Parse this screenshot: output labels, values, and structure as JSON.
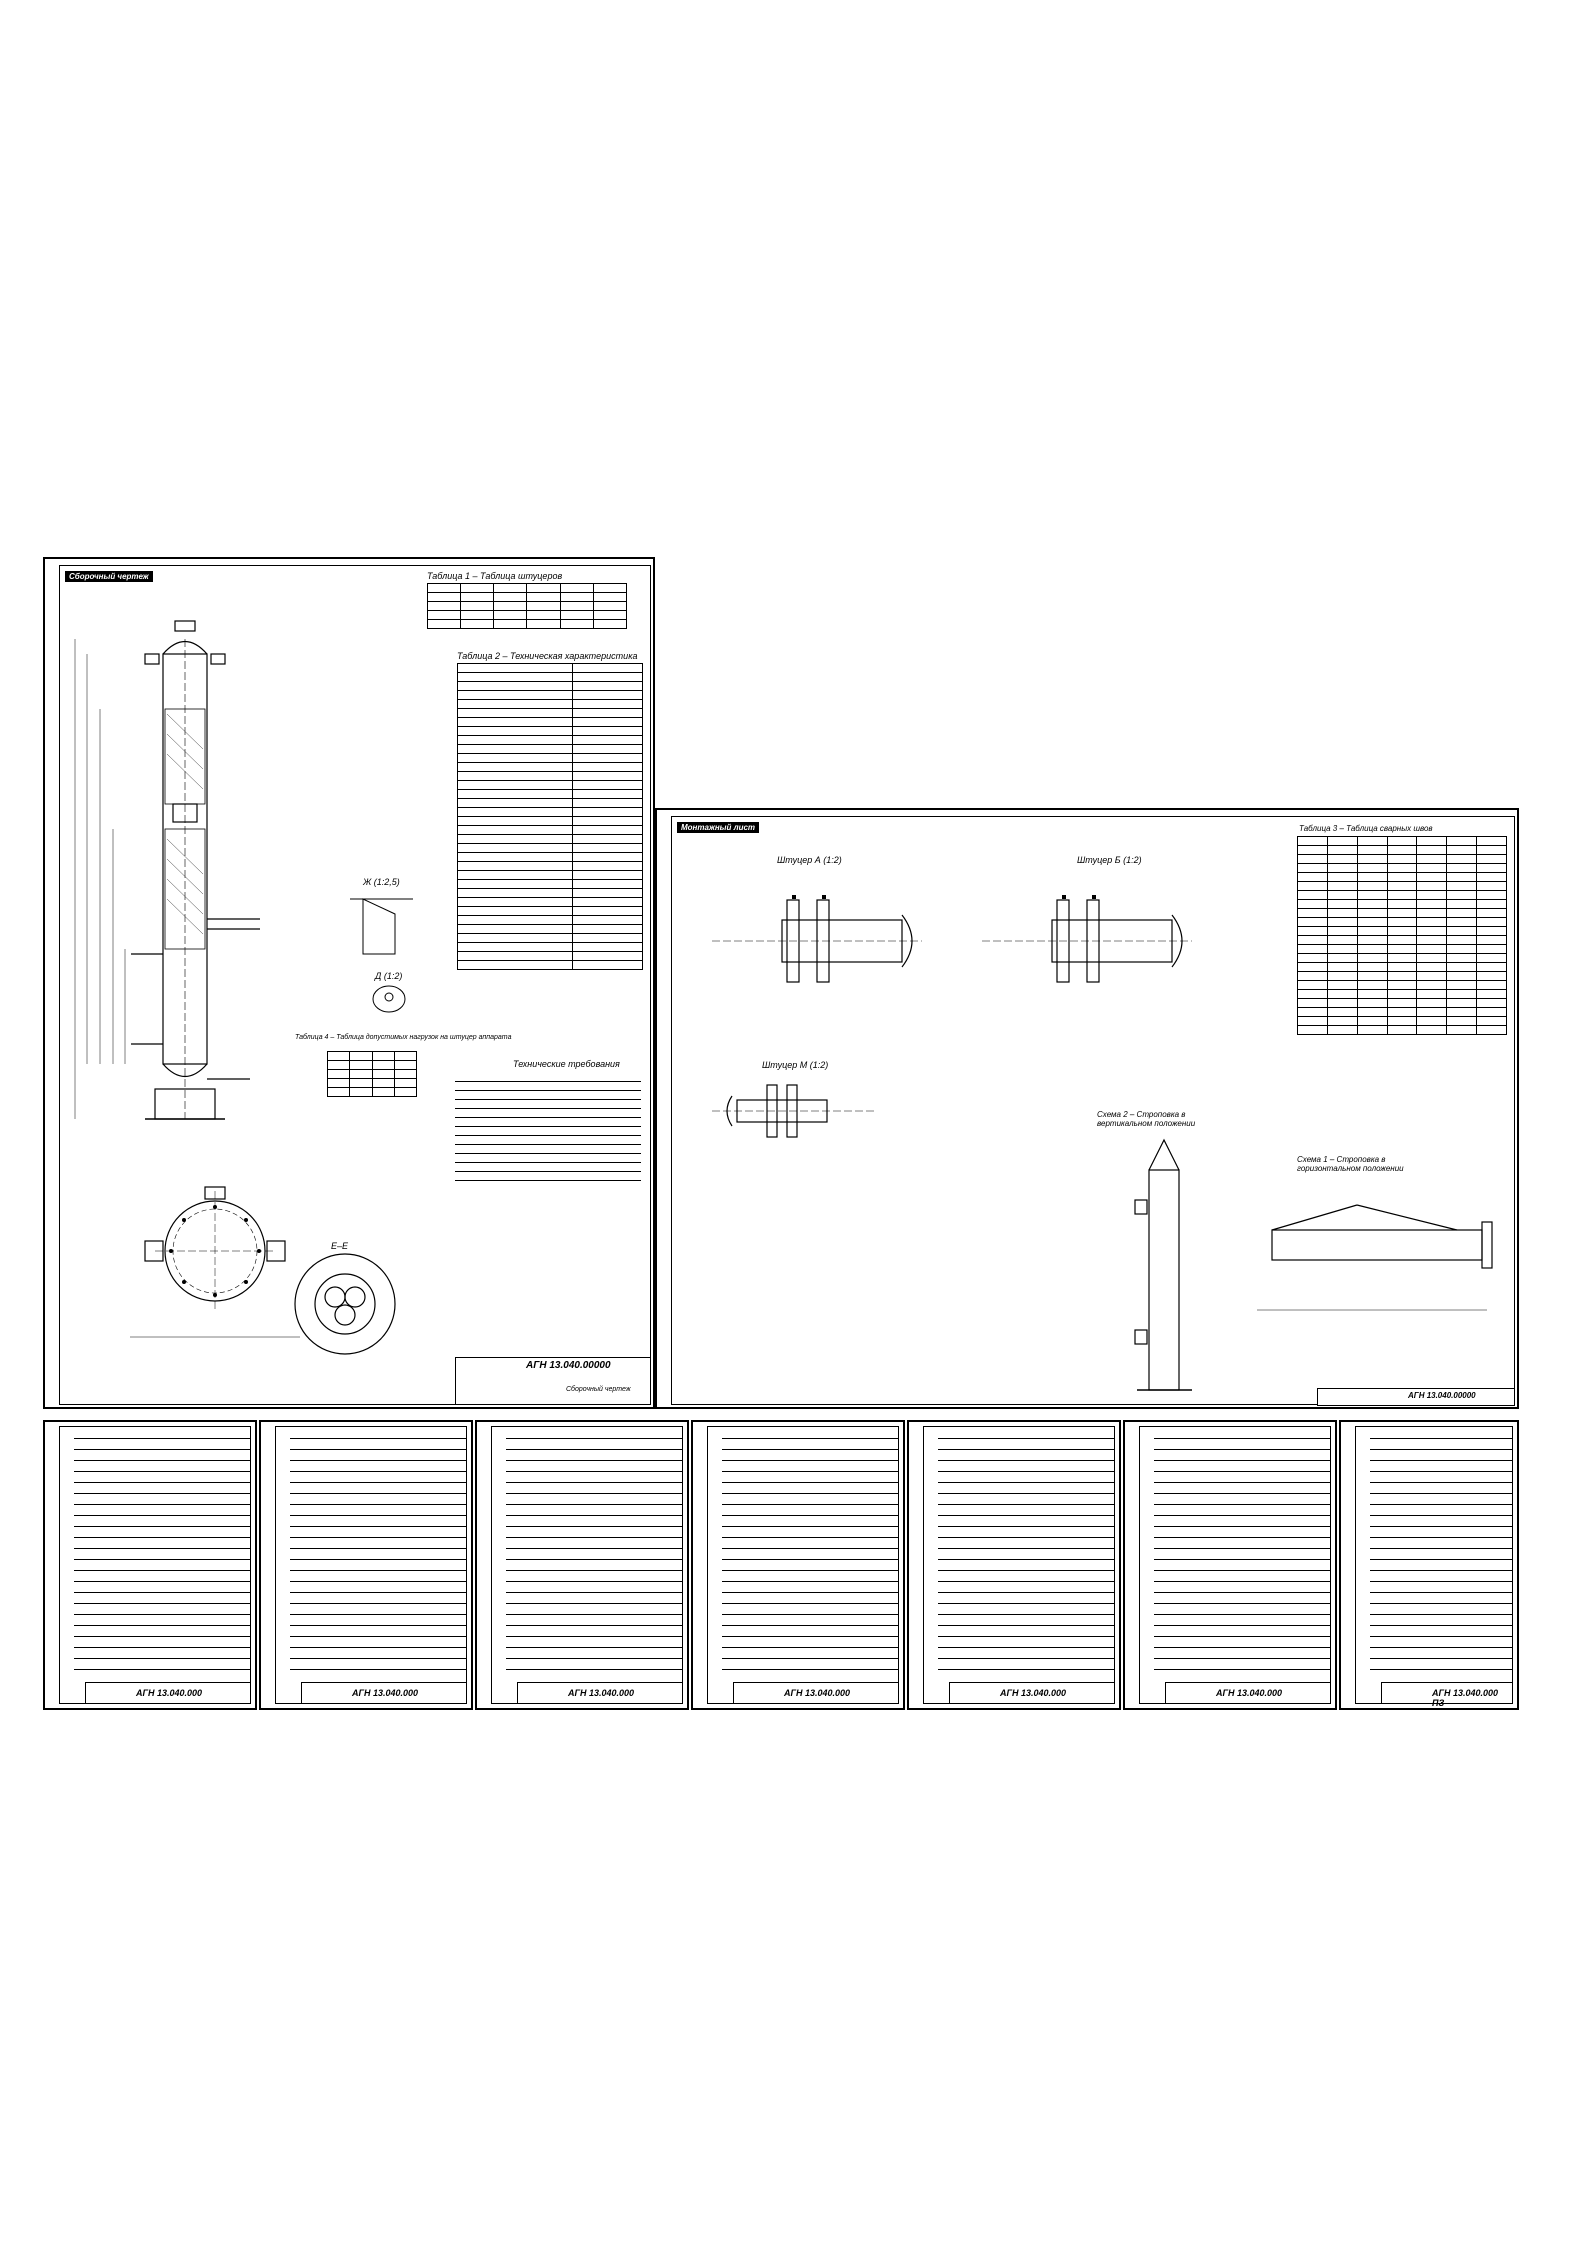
{
  "sheets": {
    "sheet1": {
      "tag": "Сборочный чертеж",
      "table1_title": "Таблица 1 – Таблица штуцеров",
      "table2_title": "Таблица 2 – Техническая характеристика",
      "table4_title": "Таблица 4 – Таблица допустимых нагрузок на штуцер аппарата",
      "notes_title": "Технические требования",
      "view_zh": "Ж (1:2,5)",
      "view_d": "Д (1:2)",
      "section_ee": "Е–Е",
      "stamp_code": "АГН 13.040.00000",
      "stamp_sub": "Сборочный чертеж"
    },
    "sheet2": {
      "tag": "Монтажный лист",
      "fitting_a": "Штуцер А (1:2)",
      "fitting_b": "Штуцер Б (1:2)",
      "fitting_m": "Штуцер М (1:2)",
      "table3_title": "Таблица 3 – Таблица сварных швов",
      "scheme2": "Схема 2 – Строповка в вертикальном положении",
      "scheme1": "Схема 1 – Строповка в горизонтальном положении",
      "stamp_code": "АГН 13.040.00000"
    },
    "specs": [
      {
        "code": "АГН 13.040.000"
      },
      {
        "code": "АГН 13.040.000"
      },
      {
        "code": "АГН 13.040.000"
      },
      {
        "code": "АГН 13.040.000"
      },
      {
        "code": "АГН 13.040.000"
      },
      {
        "code": "АГН 13.040.000"
      },
      {
        "code": "АГН 13.040.000 ПЗ"
      }
    ]
  },
  "colors": {
    "ink": "#000000",
    "paper": "#ffffff"
  }
}
